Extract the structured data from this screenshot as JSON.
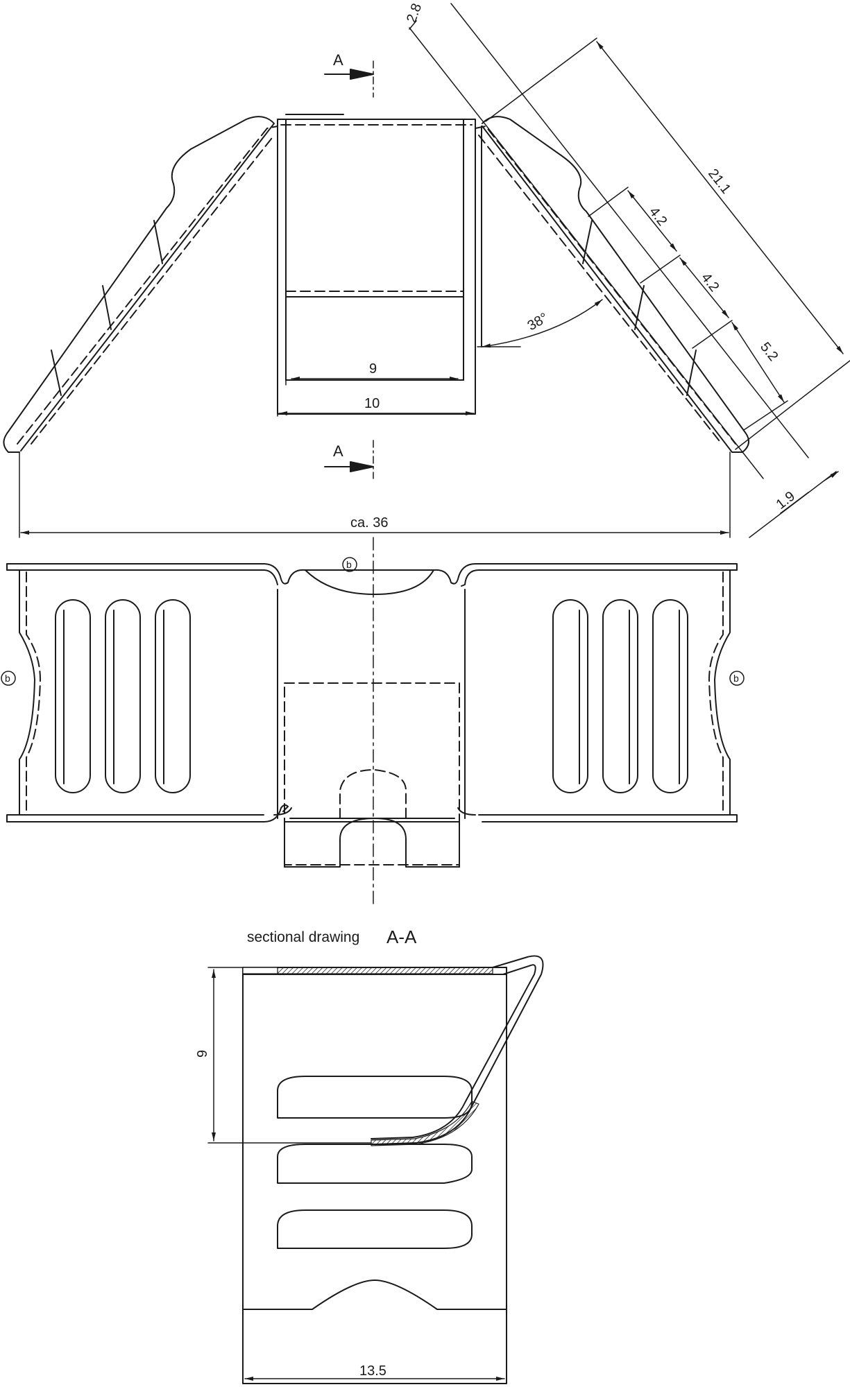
{
  "drawing": {
    "section_marker": "A",
    "dimensions": {
      "inner_width": "9",
      "outer_width": "10",
      "overall_width": "ca. 36",
      "angle": "38°",
      "thickness": "2.8",
      "wing_length": "21.1",
      "rib_pitch_1": "4.2",
      "rib_pitch_2": "4.2",
      "rib_end": "5.2",
      "wing_tip": "1.9",
      "section_height": "9",
      "section_width": "13.5"
    },
    "callout_letter": "b",
    "section_caption": "sectional drawing",
    "section_caption_id": "A-A"
  }
}
